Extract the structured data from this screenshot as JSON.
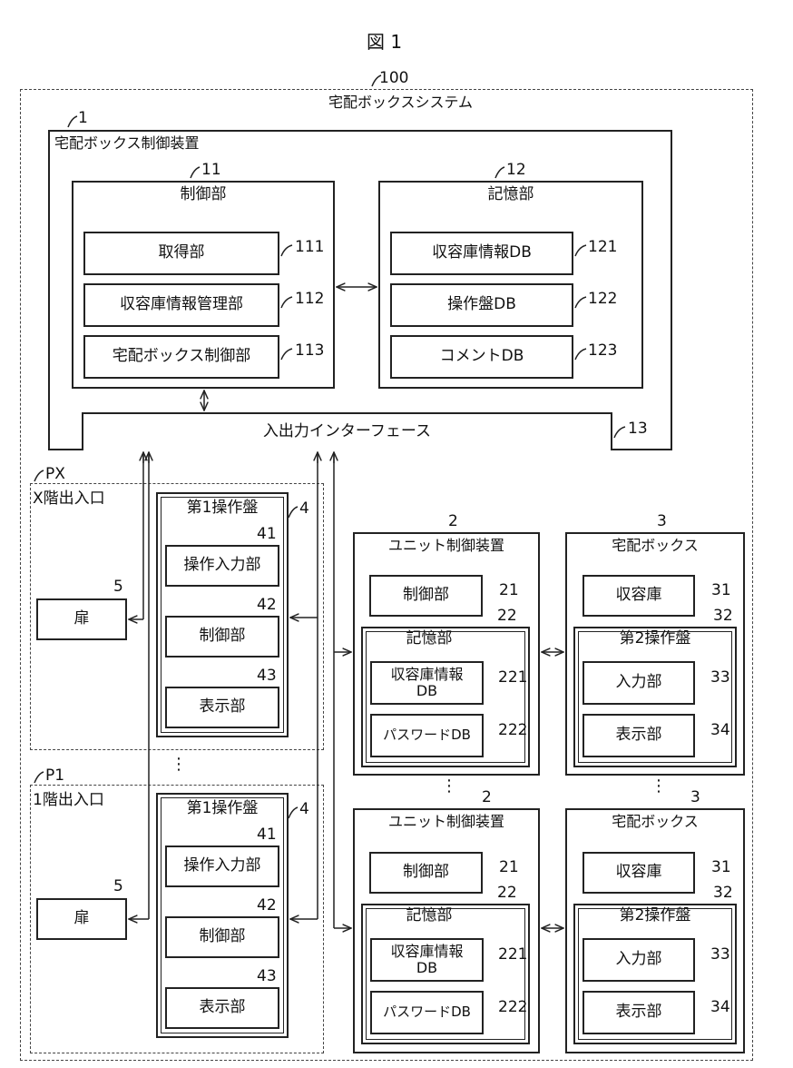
{
  "figure_title": "図 1",
  "system": {
    "ref": "100",
    "label": "宅配ボックスシステム"
  },
  "control_device": {
    "ref": "1",
    "label": "宅配ボックス制御装置",
    "control_unit": {
      "ref": "11",
      "label": "制御部",
      "items": [
        {
          "ref": "111",
          "label": "取得部"
        },
        {
          "ref": "112",
          "label": "収容庫情報管理部"
        },
        {
          "ref": "113",
          "label": "宅配ボックス制御部"
        }
      ]
    },
    "storage_unit": {
      "ref": "12",
      "label": "記憶部",
      "items": [
        {
          "ref": "121",
          "label": "収容庫情報DB"
        },
        {
          "ref": "122",
          "label": "操作盤DB"
        },
        {
          "ref": "123",
          "label": "コメントDB"
        }
      ]
    },
    "io": {
      "ref": "13",
      "label": "入出力インターフェース"
    }
  },
  "entrances": [
    {
      "ref": "PX",
      "label": "X階出入口",
      "door": {
        "ref": "5",
        "label": "扉"
      },
      "panel": {
        "ref": "4",
        "label": "第1操作盤",
        "items": [
          {
            "ref": "41",
            "label": "操作入力部"
          },
          {
            "ref": "42",
            "label": "制御部"
          },
          {
            "ref": "43",
            "label": "表示部"
          }
        ]
      }
    },
    {
      "ref": "P1",
      "label": "1階出入口",
      "door": {
        "ref": "5",
        "label": "扉"
      },
      "panel": {
        "ref": "4",
        "label": "第1操作盤",
        "items": [
          {
            "ref": "41",
            "label": "操作入力部"
          },
          {
            "ref": "42",
            "label": "制御部"
          },
          {
            "ref": "43",
            "label": "表示部"
          }
        ]
      }
    }
  ],
  "units": [
    {
      "ref": "2",
      "label": "ユニット制御装置",
      "control": {
        "ref": "21",
        "label": "制御部"
      },
      "storage": {
        "ref": "22",
        "label": "記憶部",
        "items": [
          {
            "ref": "221",
            "label": "収容庫情報\nDB"
          },
          {
            "ref": "222",
            "label": "パスワードDB"
          }
        ]
      }
    },
    {
      "ref": "2",
      "label": "ユニット制御装置",
      "control": {
        "ref": "21",
        "label": "制御部"
      },
      "storage": {
        "ref": "22",
        "label": "記憶部",
        "items": [
          {
            "ref": "221",
            "label": "収容庫情報\nDB"
          },
          {
            "ref": "222",
            "label": "パスワードDB"
          }
        ]
      }
    }
  ],
  "boxes": [
    {
      "ref": "3",
      "label": "宅配ボックス",
      "bin": {
        "ref": "31",
        "label": "収容庫"
      },
      "panel": {
        "ref": "32",
        "label": "第2操作盤",
        "items": [
          {
            "ref": "33",
            "label": "入力部"
          },
          {
            "ref": "34",
            "label": "表示部"
          }
        ]
      }
    },
    {
      "ref": "3",
      "label": "宅配ボックス",
      "bin": {
        "ref": "31",
        "label": "収容庫"
      },
      "panel": {
        "ref": "32",
        "label": "第2操作盤",
        "items": [
          {
            "ref": "33",
            "label": "入力部"
          },
          {
            "ref": "34",
            "label": "表示部"
          }
        ]
      }
    }
  ],
  "ellipsis": "⋮"
}
